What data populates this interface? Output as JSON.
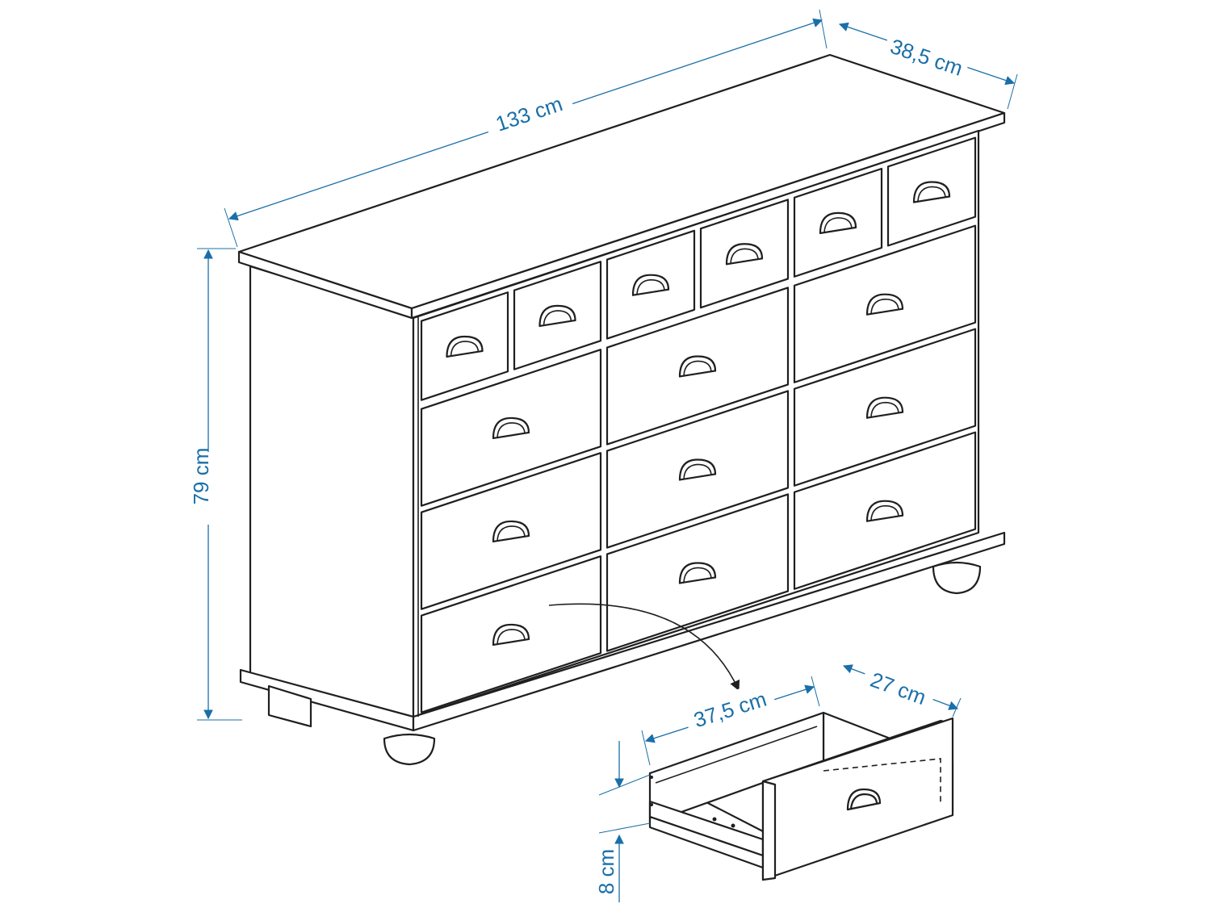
{
  "dimensions": {
    "width": "133 cm",
    "depth": "38,5 cm",
    "height": "79 cm",
    "drawer_width": "37,5 cm",
    "drawer_depth": "27 cm",
    "drawer_height": "8 cm"
  },
  "colors": {
    "line": "#1f1f1f",
    "dimension": "#1a6fa8",
    "background": "#ffffff"
  }
}
